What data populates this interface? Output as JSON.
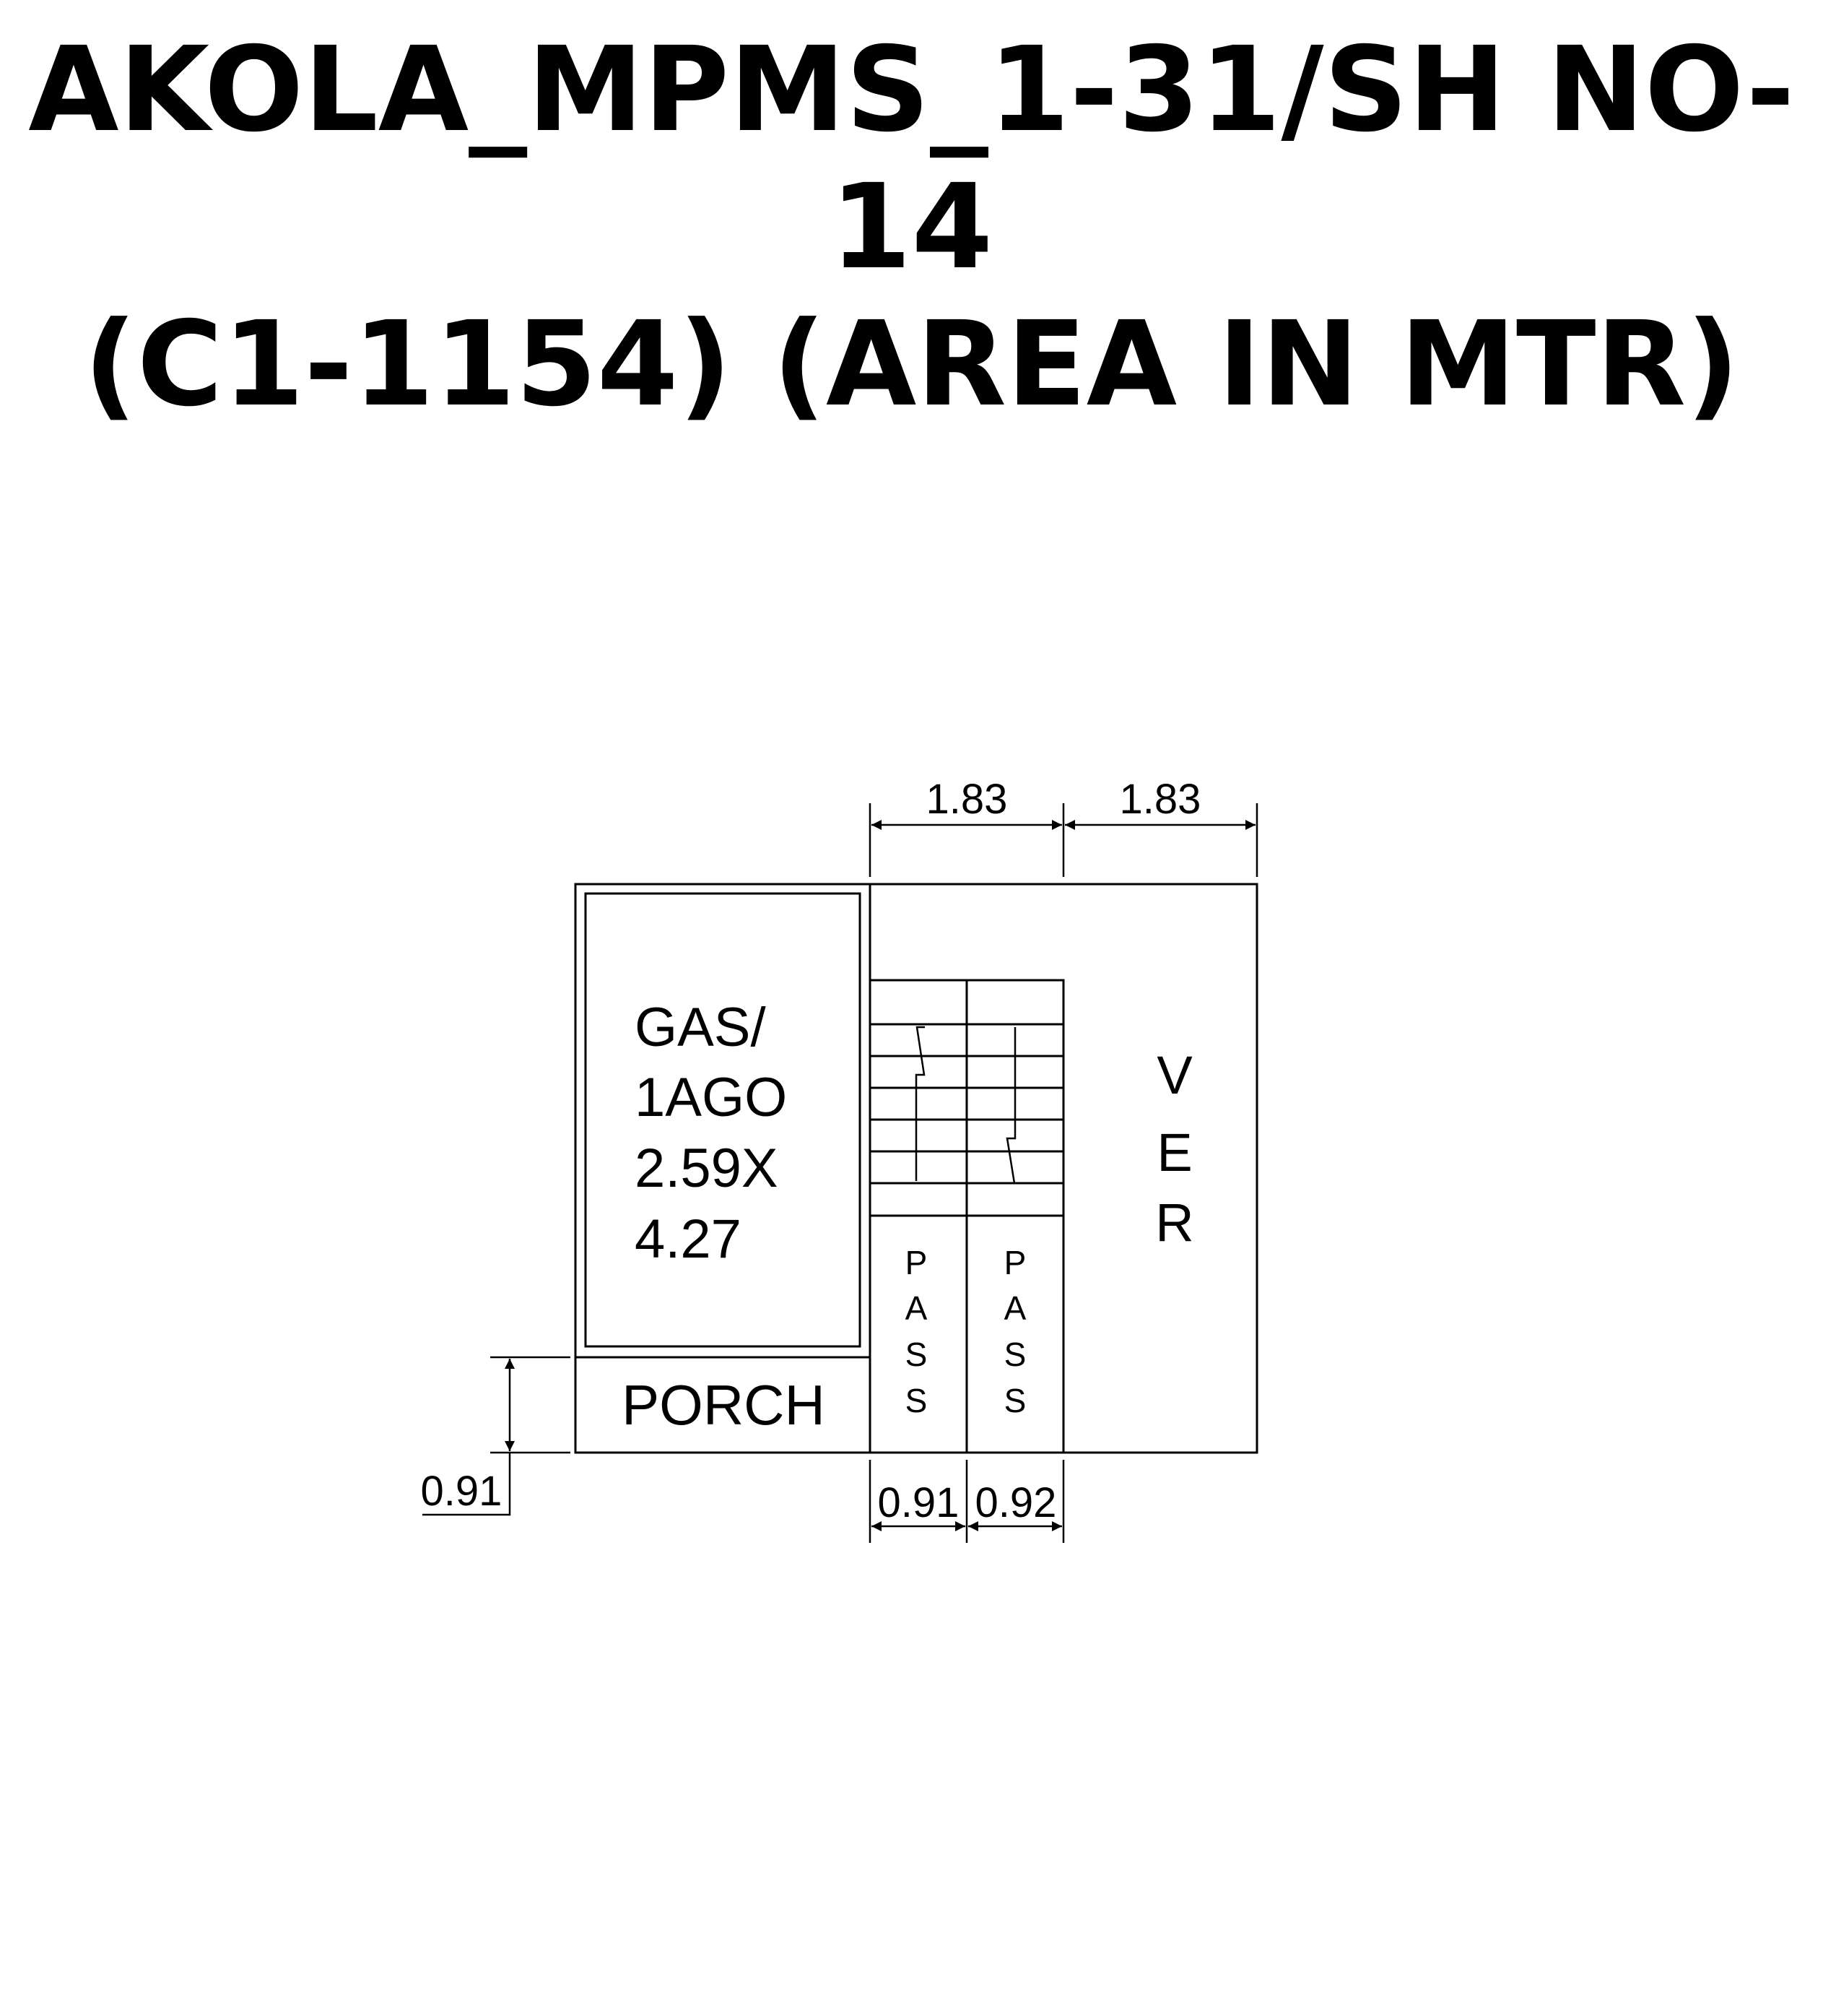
{
  "title": {
    "line1": "AKOLA_MPMS_1-31/SH NO-14",
    "line2": "(C1-1154) (AREA IN MTR)"
  },
  "rooms": {
    "gas_godown": [
      "GAS/",
      "1AGO",
      "2.59X",
      "4.27"
    ],
    "porch": "PORCH",
    "passage_left": [
      "P",
      "A",
      "S",
      "S"
    ],
    "passage_right": [
      "P",
      "A",
      "S",
      "S"
    ],
    "verandah": [
      "V",
      "E",
      "R"
    ]
  },
  "dimensions": {
    "top_left": "1.83",
    "top_right": "1.83",
    "porch_depth": "0.91",
    "pass_left_width": "0.91",
    "pass_right_width": "0.92"
  },
  "colors": {
    "line": "#000000",
    "background": "#ffffff"
  }
}
